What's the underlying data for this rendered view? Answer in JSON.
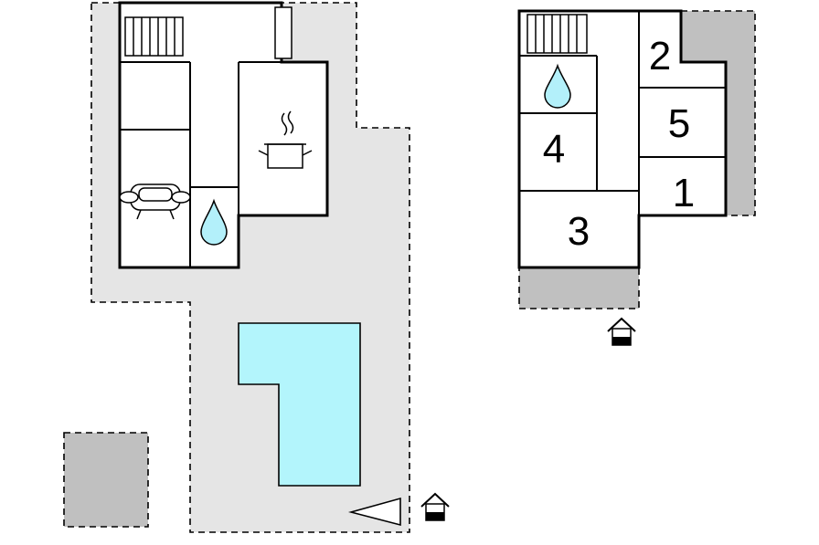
{
  "colors": {
    "terrace": "#e5e5e5",
    "shade": "#c0c0c0",
    "pool": "#b3f5fc",
    "drop": "#b3f0fa",
    "wall": "#000000",
    "background": "#ffffff"
  },
  "icons": [
    "stairs-icon",
    "water-drop-icon",
    "armchair-icon",
    "cooking-pot-icon",
    "entrance-icon",
    "direction-arrow-icon",
    "chimney-icon"
  ],
  "upper_floor": {
    "rooms": [
      {
        "id": "room-2",
        "label": "2"
      },
      {
        "id": "room-5",
        "label": "5"
      },
      {
        "id": "room-1",
        "label": "1"
      },
      {
        "id": "room-4",
        "label": "4"
      },
      {
        "id": "room-3",
        "label": "3"
      }
    ]
  }
}
